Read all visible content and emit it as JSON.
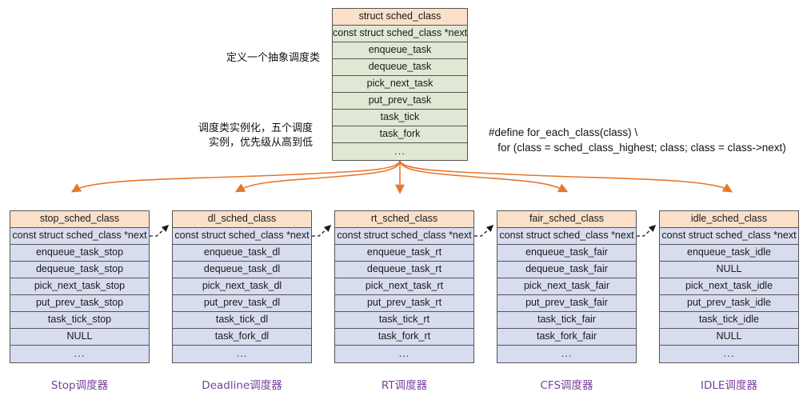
{
  "diagram": {
    "title_struct": "struct sched_class",
    "annotations": {
      "define_abstract_class": "定义一个抽象调度类",
      "instantiate_line1": "调度类实例化，五个调度",
      "instantiate_line2": "实例，优先级从高到低",
      "macro_line1": "#define for_each_class(class) \\",
      "macro_line2": "   for (class = sched_class_highest; class; class = class->next)"
    },
    "colors": {
      "header_fill": "#fadfc9",
      "abstract_body_fill": "#dfe8d5",
      "instance_body_fill": "#d8dcef",
      "border": "#555555",
      "arrow_orange": "#e8762c",
      "caption_purple": "#7a3f9d"
    },
    "abstract_class": {
      "header": "struct sched_class",
      "rows": [
        "const struct sched_class *next",
        "enqueue_task",
        "dequeue_task",
        "pick_next_task",
        "put_prev_task",
        "task_tick",
        "task_fork",
        "..."
      ]
    },
    "instances": [
      {
        "header": "stop_sched_class",
        "caption": "Stop调度器",
        "rows": [
          "const struct sched_class *next",
          "enqueue_task_stop",
          "dequeue_task_stop",
          "pick_next_task_stop",
          "put_prev_task_stop",
          "task_tick_stop",
          "NULL",
          "..."
        ]
      },
      {
        "header": "dl_sched_class",
        "caption": "Deadline调度器",
        "rows": [
          "const struct sched_class *next",
          "enqueue_task_dl",
          "dequeue_task_dl",
          "pick_next_task_dl",
          "put_prev_task_dl",
          "task_tick_dl",
          "task_fork_dl",
          "..."
        ]
      },
      {
        "header": "rt_sched_class",
        "caption": "RT调度器",
        "rows": [
          "const struct sched_class *next",
          "enqueue_task_rt",
          "dequeue_task_rt",
          "pick_next_task_rt",
          "put_prev_task_rt",
          "task_tick_rt",
          "task_fork_rt",
          "..."
        ]
      },
      {
        "header": "fair_sched_class",
        "caption": "CFS调度器",
        "rows": [
          "const struct sched_class *next",
          "enqueue_task_fair",
          "dequeue_task_fair",
          "pick_next_task_fair",
          "put_prev_task_fair",
          "task_tick_fair",
          "task_fork_fair",
          "..."
        ]
      },
      {
        "header": "idle_sched_class",
        "caption": "IDLE调度器",
        "rows": [
          "const struct sched_class *next",
          "enqueue_task_idle",
          "NULL",
          "pick_next_task_idle",
          "put_prev_task_idle",
          "task_tick_idle",
          "NULL",
          "..."
        ]
      }
    ]
  }
}
